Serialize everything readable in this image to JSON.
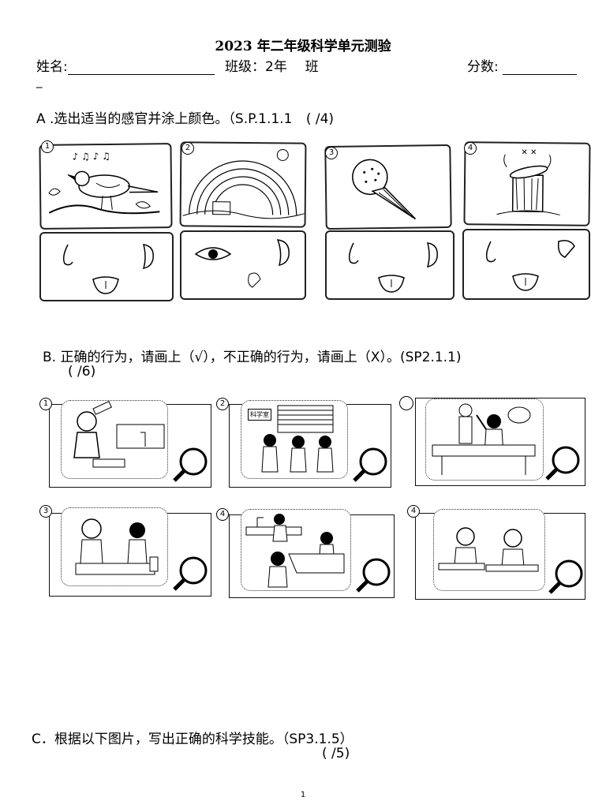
{
  "header": {
    "title": "2023 年二年级科学单元测验",
    "name_label": "姓名:",
    "class_label": "班级：2年",
    "class_suffix": "班",
    "score_label": "分数: ",
    "dash": "_"
  },
  "section_a": {
    "heading": "A .选出适当的感官并涂上颜色。（S.P.1.1.1",
    "score": "(      /4)",
    "items": [
      {
        "number": "1",
        "picture": "bird-singing"
      },
      {
        "number": "2",
        "picture": "rainbow"
      },
      {
        "number": "3",
        "picture": "ice-cream"
      },
      {
        "number": "4",
        "picture": "garbage-can"
      }
    ]
  },
  "section_b": {
    "heading": "B.   正确的行为，请画上（√），不正确的行为，请画上（X）。(SP2.1.1)",
    "score": "(    /6)",
    "items": [
      {
        "number": "1",
        "picture": "boy-drinking-in-lab"
      },
      {
        "number": "2",
        "picture": "pupils-lining-up",
        "sign": "科学室"
      },
      {
        "number": "",
        "picture": "teacher-and-pupil"
      },
      {
        "number": "3",
        "picture": "pupils-chatting"
      },
      {
        "number": "4",
        "picture": "pupils-washing-hands"
      },
      {
        "number": "4",
        "picture": "pupils-eating"
      }
    ]
  },
  "section_c": {
    "heading": "C．根据以下图片，写出正确的科学技能。（SP3.1.5）",
    "score": "(    /5)"
  },
  "page_number": "1"
}
